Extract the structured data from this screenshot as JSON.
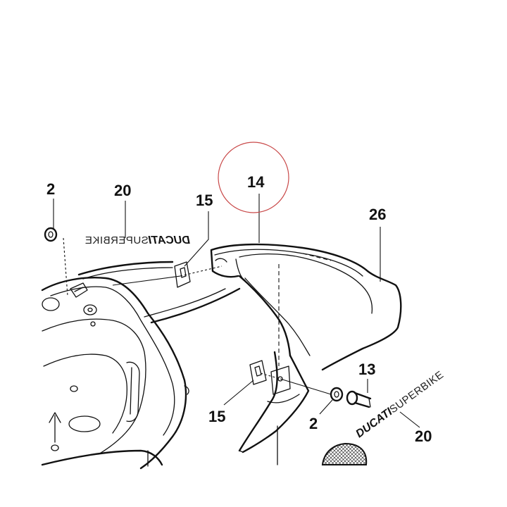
{
  "callouts": [
    {
      "id": "c2a",
      "label": "2"
    },
    {
      "id": "c20a",
      "label": "20"
    },
    {
      "id": "c15a",
      "label": "15"
    },
    {
      "id": "c14",
      "label": "14"
    },
    {
      "id": "c26",
      "label": "26"
    },
    {
      "id": "c13",
      "label": "13"
    },
    {
      "id": "c15b",
      "label": "15"
    },
    {
      "id": "c2b",
      "label": "2"
    },
    {
      "id": "c20b",
      "label": "20"
    }
  ],
  "decals": {
    "upper": {
      "brand": "DUCATI",
      "model": "SUPERBIKE"
    },
    "lower": {
      "brand": "DUCATI",
      "model": "SUPERBIKE"
    }
  },
  "colors": {
    "line": "#111111",
    "highlight_circle": "#c94a4a",
    "background": "#ffffff"
  }
}
